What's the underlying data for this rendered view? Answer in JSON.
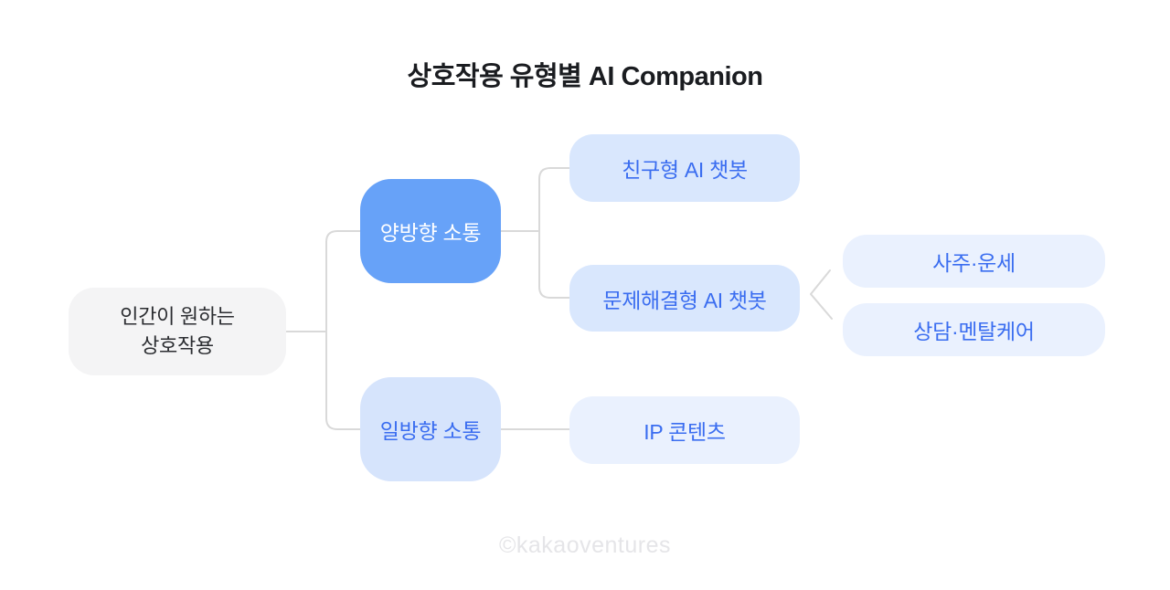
{
  "title": "상호작용 유형별 AI Companion",
  "watermark": "©kakaoventures",
  "colors": {
    "background": "#ffffff",
    "title_text": "#1a1c20",
    "primary_node_bg": "#67a2f8",
    "primary_node_text": "#ffffff",
    "secondary_node_bg": "#d6e4fc",
    "tertiary_node_bg": "#eaf1fe",
    "blue_node_text": "#3a6df0",
    "root_node_bg": "#f4f4f5",
    "root_node_text": "#2b2d31",
    "connector_line": "#d9d9d9",
    "watermark_text": "#e5e5e8"
  },
  "nodes": {
    "root": {
      "label": "인간이 원하는 상호작용",
      "line1": "인간이 원하는",
      "line2": "상호작용"
    },
    "two_way": {
      "label": "양방향 소통"
    },
    "one_way": {
      "label": "일방향 소통"
    },
    "friend_chatbot": {
      "label": "친구형 AI 챗봇"
    },
    "problem_chatbot": {
      "label": "문제해결형 AI 챗봇"
    },
    "fortune": {
      "label": "사주·운세"
    },
    "counseling": {
      "label": "상담·멘탈케어"
    },
    "ip_content": {
      "label": "IP 콘텐츠"
    }
  },
  "edges": [
    {
      "from": "root",
      "to": "two_way"
    },
    {
      "from": "root",
      "to": "one_way"
    },
    {
      "from": "two_way",
      "to": "friend_chatbot"
    },
    {
      "from": "two_way",
      "to": "problem_chatbot"
    },
    {
      "from": "problem_chatbot",
      "to": "fortune"
    },
    {
      "from": "problem_chatbot",
      "to": "counseling"
    },
    {
      "from": "one_way",
      "to": "ip_content"
    }
  ]
}
